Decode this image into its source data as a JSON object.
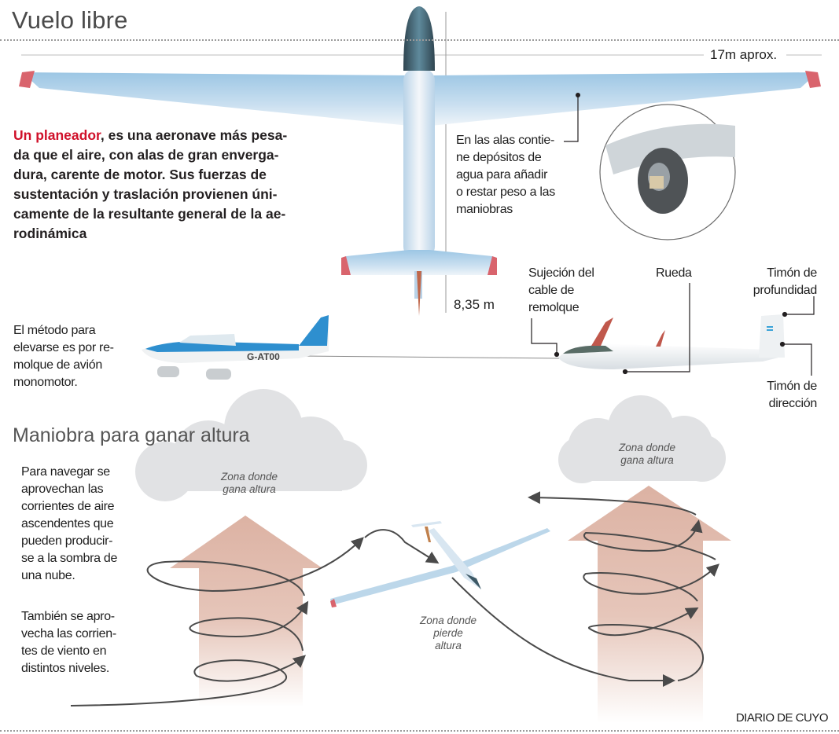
{
  "header": {
    "title": "Vuelo libre"
  },
  "intro": {
    "highlight": "Un planeador",
    "text": ",  es una aeronave más pesa-da que el aire, con alas de gran enverga-dura, carente de motor. Sus fuerzas de sustentación y traslación provienen úni-camente de la resultante general de la ae-rodinámica",
    "lines": [
      ",  es una aeronave más pesa-",
      "da que el aire, con alas de gran enverga-",
      "dura, carente de motor. Sus fuerzas de",
      "sustentación y traslación provienen úni-",
      "camente de la resultante general de la ae-",
      "rodinámica"
    ]
  },
  "dimensions": {
    "wingspan": "17m aprox.",
    "length": "8,35 m"
  },
  "wing_note": {
    "lines": [
      "En las alas contie-",
      "ne depósitos de",
      "agua para añadir",
      "o restar peso a las",
      "maniobras"
    ]
  },
  "tow_note": {
    "lines": [
      "El método para",
      "elevarse es por re-",
      "molque de avión",
      "monomotor."
    ]
  },
  "tow_plane": {
    "registration": "G-AT00",
    "colors": {
      "body": "#f1f2f3",
      "stripe": "#2e8fcf"
    }
  },
  "glider_parts": {
    "tow_hook": [
      "Sujeción del",
      "cable de",
      "remolque"
    ],
    "wheel": [
      "Rueda"
    ],
    "elevator": [
      "Timón de",
      "profundidad"
    ],
    "rudder": [
      "Timón de",
      "dirección"
    ]
  },
  "maneuver": {
    "title": "Maniobra para ganar altura",
    "text1": [
      "Para navegar se",
      "aprovechan las",
      "corrientes de aire",
      "ascendentes que",
      "pueden producir-",
      "se a la sombra de",
      "una nube."
    ],
    "text2": [
      "También se apro-",
      "vecha las corrien-",
      "tes de viento en",
      "distintos niveles."
    ],
    "zone_gain_left": [
      "Zona donde",
      "gana altura"
    ],
    "zone_gain_right": [
      "Zona donde",
      "gana altura"
    ],
    "zone_lose": [
      "Zona donde",
      "pierde",
      "altura"
    ]
  },
  "colors": {
    "accent_red": "#d0102a",
    "wing_tip": "#d9646d",
    "wing_blue": "#a9cde6",
    "cloud": "#e1e2e4",
    "thermal": "#dfb8aa",
    "path": "#4a4a4a"
  },
  "footer": {
    "credit": "DIARIO DE CUYO"
  }
}
